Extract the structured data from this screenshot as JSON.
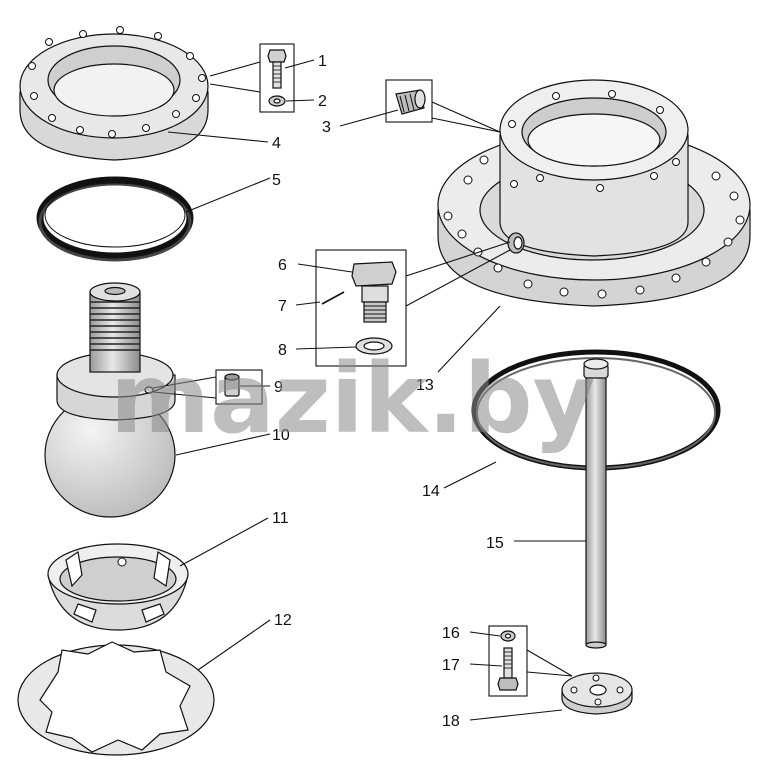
{
  "watermark": "mazik.by",
  "colors": {
    "line": "#111111",
    "part_fill": "#e6e6e6",
    "dark_fill": "#bdbdbd",
    "watermark": "#8a8a8a"
  },
  "callouts": [
    "1",
    "2",
    "3",
    "4",
    "5",
    "6",
    "7",
    "8",
    "9",
    "10",
    "11",
    "12",
    "13",
    "14",
    "15",
    "16",
    "17",
    "18"
  ]
}
